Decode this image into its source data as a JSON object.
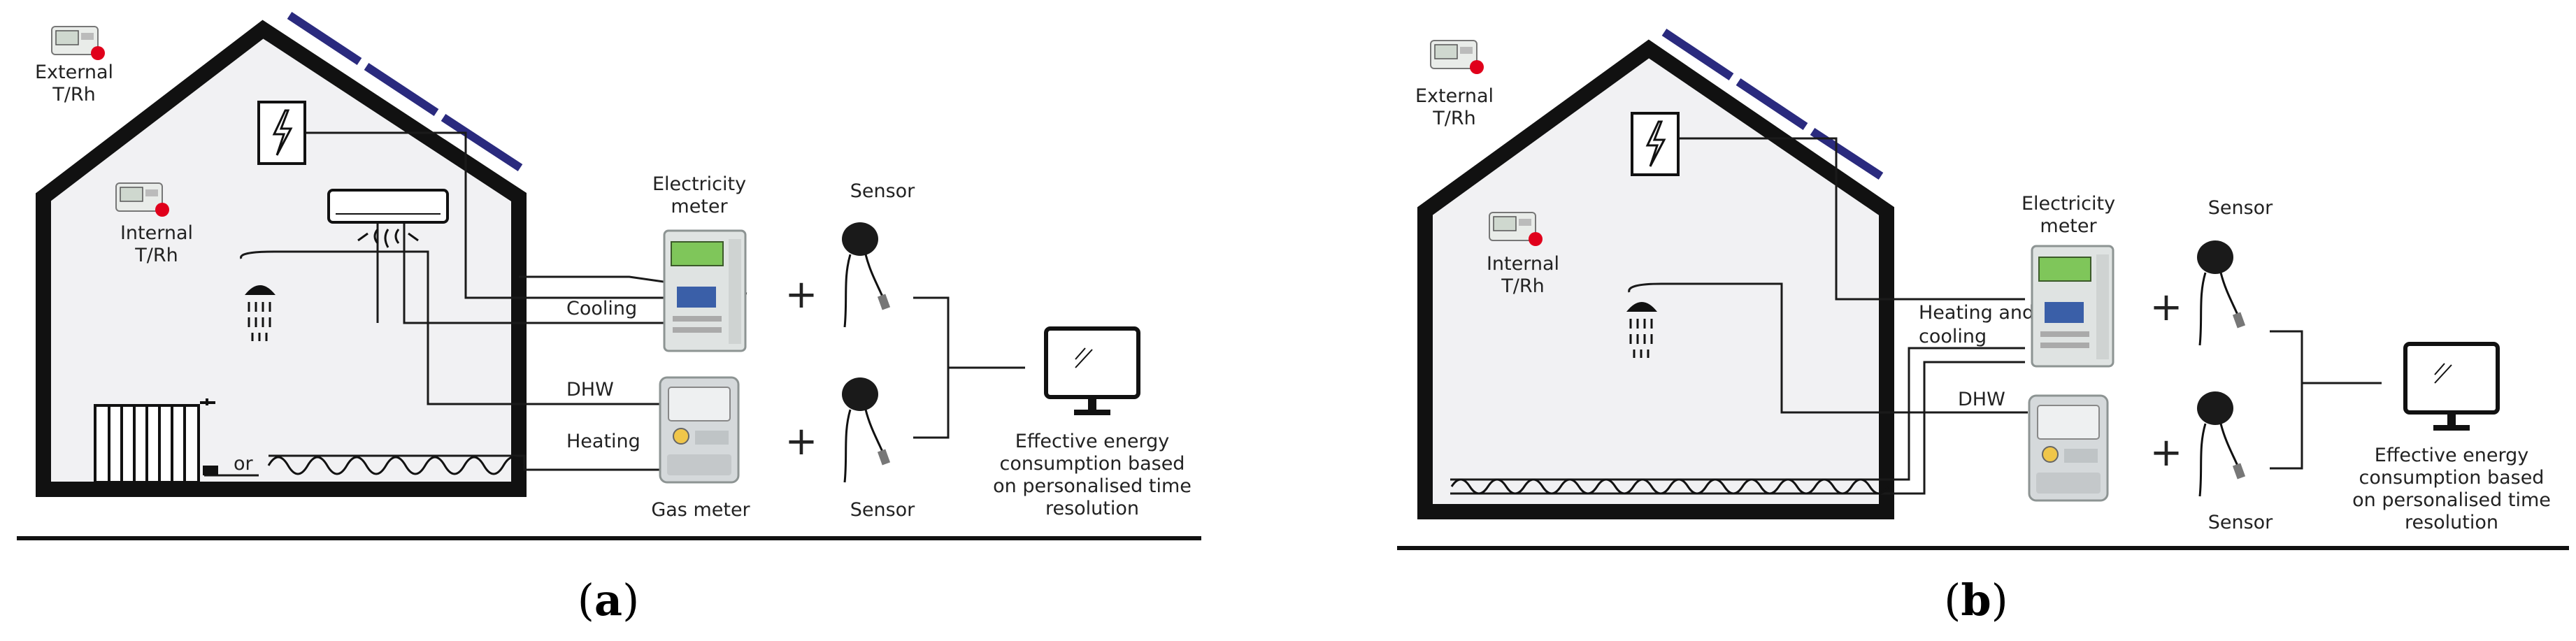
{
  "panel_a": {
    "caption": "a",
    "external_label": [
      "External",
      "T/Rh"
    ],
    "internal_label": [
      "Internal",
      "T/Rh"
    ],
    "electricity_meter_label": [
      "Electricity",
      "meter"
    ],
    "gas_meter_label": "Gas meter",
    "sensor_top_label": "Sensor",
    "sensor_bottom_label": "Sensor",
    "cooling_label": "Cooling",
    "dhw_label": "DHW",
    "heating_label": "Heating",
    "or_label": "or",
    "result_label": [
      "Effective energy",
      "consumption based",
      "on personalised time",
      "resolution"
    ]
  },
  "panel_b": {
    "caption": "b",
    "external_label": [
      "External",
      "T/Rh"
    ],
    "internal_label": [
      "Internal",
      "T/Rh"
    ],
    "electricity_meter_label": [
      "Electricity",
      "meter"
    ],
    "sensor_top_label": "Sensor",
    "sensor_bottom_label": "Sensor",
    "heating_cooling_label": [
      "Heating and",
      "cooling"
    ],
    "dhw_label": "DHW",
    "result_label": [
      "Effective energy",
      "consumption based",
      "on personalised time",
      "resolution"
    ]
  },
  "colors": {
    "solar_panel": "#2a2a7e",
    "logger_dot": "#e0001b",
    "meter_screen": "#7fc65a",
    "meter_window": "#3a5fa8",
    "house_fill": "#f1f1f3"
  },
  "plus_symbol": "+"
}
